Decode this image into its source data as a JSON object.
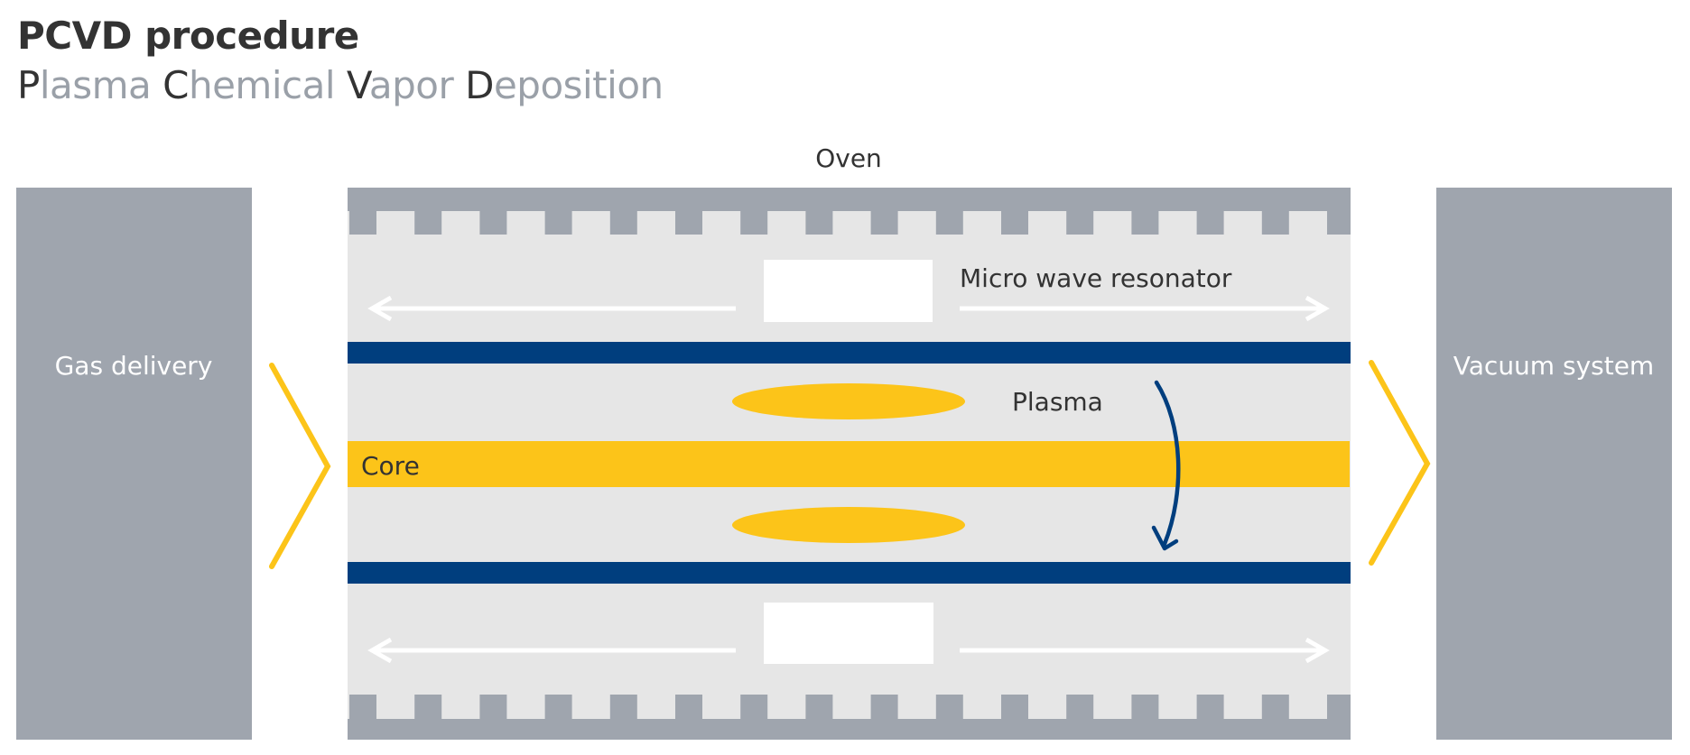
{
  "title": "PCVD procedure",
  "subtitle_words": [
    {
      "cap": "P",
      "rest": "lasma"
    },
    {
      "cap": "C",
      "rest": "hemical"
    },
    {
      "cap": "V",
      "rest": "apor"
    },
    {
      "cap": "D",
      "rest": "eposition"
    }
  ],
  "labels": {
    "oven": "Oven",
    "gas_delivery": "Gas delivery",
    "vacuum_system": "Vacuum system",
    "resonator": "Micro wave resonator",
    "plasma": "Plasma",
    "core": "Core"
  },
  "colors": {
    "dark_text": "#333333",
    "light_text": "#9aa0a8",
    "oven_gray": "#9fa5ae",
    "chamber_light": "#e6e6e6",
    "tube_blue": "#003e7e",
    "core_yellow": "#fcc419",
    "white": "#ffffff"
  }
}
